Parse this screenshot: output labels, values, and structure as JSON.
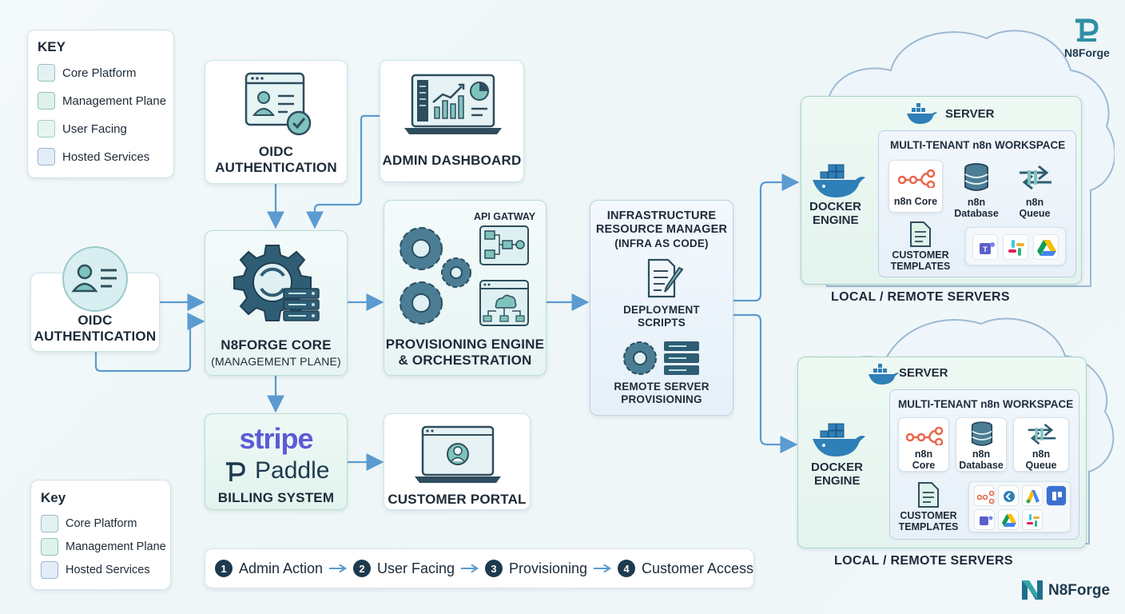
{
  "key_top": {
    "title": "KEY",
    "items": [
      {
        "label": "Core Platform",
        "color": "#e3f1f2"
      },
      {
        "label": "Management Plane",
        "color": "#def2e9"
      },
      {
        "label": "User Facing",
        "color": "#e6f5ef"
      },
      {
        "label": "Hosted Services",
        "color": "#e3edf8"
      }
    ]
  },
  "key_bottom": {
    "title": "Key",
    "items": [
      {
        "label": "Core Platform",
        "color": "#e3f1f2"
      },
      {
        "label": "Management Plane",
        "color": "#def2e9"
      },
      {
        "label": "Hosted Services",
        "color": "#e3edf8"
      }
    ]
  },
  "nodes": {
    "oidc_top": {
      "line1": "OIDC",
      "line2": "AUTHENTICATION"
    },
    "oidc_left": {
      "line1": "OIDC",
      "line2": "AUTHENTICATION"
    },
    "admin_dashboard": {
      "label": "ADMIN DASHBOARD"
    },
    "core": {
      "label": "N8FORGE CORE",
      "sub": "(MANAGEMENT PLANE)"
    },
    "provisioning": {
      "api": "API GATWAY",
      "line1": "PROVISIONING ENGINE",
      "line2": "& ORCHESTRATION"
    },
    "infra": {
      "line1": "INFRASTRUCTURE",
      "line2": "RESOURCE MANAGER",
      "line3": "(INFRA AS CODE)",
      "deploy1": "DEPLOYMENT",
      "deploy2": "SCRIPTS",
      "remote1": "REMOTE SERVER",
      "remote2": "PROVISIONING"
    },
    "billing": {
      "stripe": "stripe",
      "paddle": "Paddle",
      "label": "BILLING SYSTEM"
    },
    "portal": {
      "label": "CUSTOMER PORTAL"
    }
  },
  "server_top": {
    "title": "SERVER",
    "docker1": "DOCKER",
    "docker2": "ENGINE",
    "workspace": "MULTI-TENANT n8n WORKSPACE",
    "core": "n8n Core",
    "db1": "n8n",
    "db2": "Database",
    "q1": "n8n",
    "q2": "Queue",
    "tpl1": "CUSTOMER",
    "tpl2": "TEMPLATES",
    "caption": "LOCAL / REMOTE SERVERS"
  },
  "server_bottom": {
    "title": "SERVER",
    "docker1": "DOCKER",
    "docker2": "ENGINE",
    "workspace": "MULTI-TENANT n8n WORKSPACE",
    "core1": "n8n",
    "core2": "Core",
    "db1": "n8n",
    "db2": "Database",
    "q1": "n8n",
    "q2": "Queue",
    "tpl1": "CUSTOMER",
    "tpl2": "TEMPLATES",
    "caption": "LOCAL / REMOTE SERVERS"
  },
  "flow": {
    "steps": [
      {
        "num": "1",
        "label": "Admin Action"
      },
      {
        "num": "2",
        "label": "User Facing"
      },
      {
        "num": "3",
        "label": "Provisioning"
      },
      {
        "num": "4",
        "label": "Customer Access"
      }
    ]
  },
  "brand": {
    "top": "N8Forge",
    "bottom": "N8Forge"
  },
  "colors": {
    "arrow": "#5b9bd0",
    "accent": "#2a6f9a",
    "dark": "#1d3a4e",
    "n8n": "#e8664a",
    "stripe": "#5b5bd6"
  }
}
